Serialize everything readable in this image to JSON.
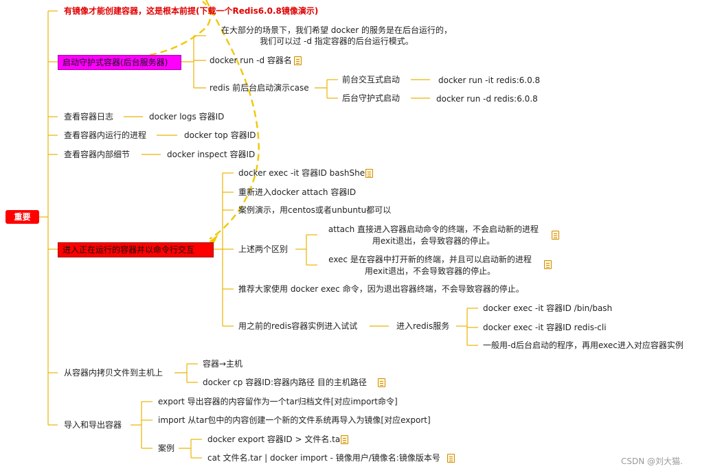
{
  "root": "重要",
  "headline": "有镜像才能创建容器，这是根本前提(下载一个Redis6.0.8镜像演示)",
  "daemon": {
    "label": "启动守护式容器(后台服务器)",
    "desc_line1": "在大部分的场景下，我们希望 docker 的服务是在后台运行的，",
    "desc_line2": "我们可以过 -d 指定容器的后台运行模式。",
    "cmd": "docker run -d 容器名",
    "redis_case": "redis 前后台启动演示case",
    "fg_label": "前台交互式启动",
    "fg_cmd": "docker run -it redis:6.0.8",
    "bg_label": "后台守护式启动",
    "bg_cmd": "docker run -d redis:6.0.8"
  },
  "logs": {
    "label": "查看容器日志",
    "cmd": "docker logs 容器ID"
  },
  "top": {
    "label": "查看容器内运行的进程",
    "cmd": "docker top 容器ID"
  },
  "inspect": {
    "label": "查看容器内部细节",
    "cmd": "docker inspect 容器ID"
  },
  "enter": {
    "label": "进入正在运行的容器并以命令行交互",
    "exec_cmd": "docker exec -it 容器ID bashShell",
    "attach": "重新进入docker attach 容器ID",
    "case": "案例演示，用centos或者unbuntu都可以",
    "diff_label": "上述两个区别",
    "attach_diff_1": "attach 直接进入容器启动命令的终端，不会启动新的进程",
    "attach_diff_2": "用exit退出，会导致容器的停止。",
    "exec_diff_1": "exec 是在容器中打开新的终端，并且可以启动新的进程",
    "exec_diff_2": "用exit退出，不会导致容器的停止。",
    "recommend": "推荐大家使用 docker exec 命令，因为退出容器终端，不会导致容器的停止。",
    "redis_try": "用之前的redis容器实例进入试试",
    "redis_service": "进入redis服务",
    "redis_bash": "docker exec -it 容器ID /bin/bash",
    "redis_cli": "docker exec -it 容器ID redis-cli",
    "redis_note": "一般用-d后台启动的程序，再用exec进入对应容器实例"
  },
  "copy": {
    "label": "从容器内拷贝文件到主机上",
    "child1": "容器→主机",
    "child2": "docker cp  容器ID:容器内路径 目的主机路径"
  },
  "export": {
    "label": "导入和导出容器",
    "export_desc": "export 导出容器的内容留作为一个tar归档文件[对应import命令]",
    "import_desc": "import 从tar包中的内容创建一个新的文件系统再导入为镜像[对应export]",
    "case_label": "案例",
    "case1": "docker export 容器ID > 文件名.tar",
    "case2": "cat 文件名.tar | docker import - 镜像用户/镜像名:镜像版本号"
  },
  "watermark": "CSDN @刘大猫.",
  "colors": {
    "line": "#e8b400",
    "dashed": "#f0c800",
    "pink": "#ff00ff",
    "red": "#ff0000",
    "headline": "#e00000"
  }
}
